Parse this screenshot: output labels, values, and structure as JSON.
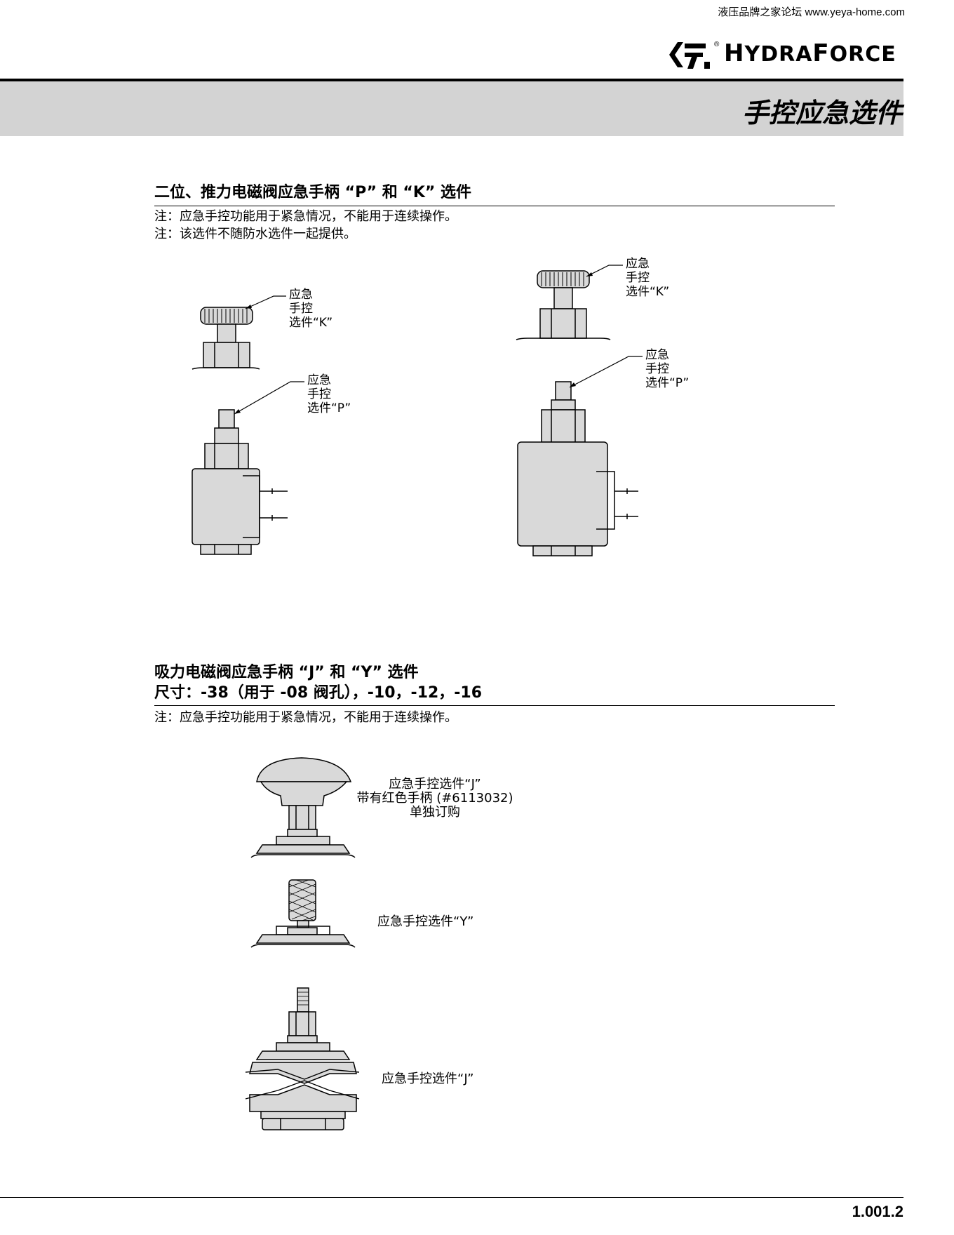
{
  "header": {
    "site_text": "液压品牌之家论坛  www.yeya-home.com",
    "logo_registered": "®",
    "logo_text_h": "H",
    "logo_text_ydra": "YDRA",
    "logo_text_f": "F",
    "logo_text_orce": "ORCE",
    "band_title": "手控应急选件"
  },
  "section1": {
    "title": "二位、推力电磁阀应急手柄 “P” 和 “K” 选件",
    "notes": [
      "注：应急手控功能用于紧急情况，不能用于连续操作。",
      "注：该选件不随防水选件一起提供。"
    ],
    "left_k_callout": [
      "应急",
      "手控",
      "选件“K”"
    ],
    "left_p_callout": [
      "应急",
      "手控",
      "选件“P”"
    ],
    "right_k_callout": [
      "应急",
      "手控",
      "选件“K”"
    ],
    "right_p_callout": [
      "应急",
      "手控",
      "选件“P”"
    ]
  },
  "section2": {
    "title_line1": "吸力电磁阀应急手柄 “J” 和 “Y” 选件",
    "title_line2": "尺寸：-38（用于 -08 阀孔），-10，-12，-16",
    "notes": [
      "注：应急手控功能用于紧急情况，不能用于连续操作。"
    ],
    "j_callout": [
      "应急手控选件“J”",
      "带有红色手柄 (#6113032)",
      "单独订购"
    ],
    "y_callout": "应急手控选件“Y”",
    "j2_callout": "应急手控选件“J”"
  },
  "footer": {
    "page_number": "1.001.2"
  },
  "colors": {
    "band": "#d3d3d3",
    "part_fill": "#d9d9d9",
    "line": "#000000"
  }
}
